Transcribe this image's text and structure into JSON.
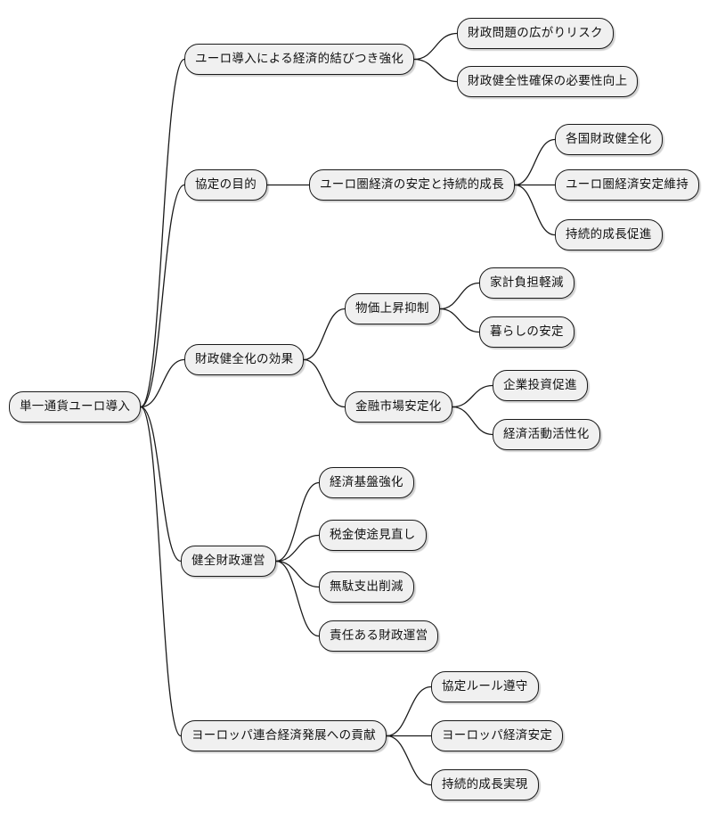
{
  "diagram": {
    "type": "mindmap",
    "title": "単一通貨ユーロ導入 mind map",
    "orientation": "left-to-right"
  },
  "colors": {
    "background": "#ffffff",
    "node_fill": "#f0f0f0",
    "node_border": "#1a1a1a",
    "node_text": "#111111",
    "edge": "#1a1a1a"
  },
  "nodes": [
    {
      "label": "単一通貨ユーロ導入",
      "parent": null,
      "level": 0
    },
    {
      "label": "ユーロ導入による経済的結びつき強化",
      "parent": 0,
      "level": 1
    },
    {
      "label": "財政問題の広がりリスク",
      "parent": 1,
      "level": 2
    },
    {
      "label": "財政健全性確保の必要性向上",
      "parent": 1,
      "level": 2
    },
    {
      "label": "協定の目的",
      "parent": 0,
      "level": 1
    },
    {
      "label": "ユーロ圏経済の安定と持続的成長",
      "parent": 4,
      "level": 2
    },
    {
      "label": "各国財政健全化",
      "parent": 5,
      "level": 3
    },
    {
      "label": "ユーロ圏経済安定維持",
      "parent": 5,
      "level": 3
    },
    {
      "label": "持続的成長促進",
      "parent": 5,
      "level": 3
    },
    {
      "label": "財政健全化の効果",
      "parent": 0,
      "level": 1
    },
    {
      "label": "物価上昇抑制",
      "parent": 9,
      "level": 2
    },
    {
      "label": "家計負担軽減",
      "parent": 10,
      "level": 3
    },
    {
      "label": "暮らしの安定",
      "parent": 10,
      "level": 3
    },
    {
      "label": "金融市場安定化",
      "parent": 9,
      "level": 2
    },
    {
      "label": "企業投資促進",
      "parent": 13,
      "level": 3
    },
    {
      "label": "経済活動活性化",
      "parent": 13,
      "level": 3
    },
    {
      "label": "健全財政運営",
      "parent": 0,
      "level": 1
    },
    {
      "label": "経済基盤強化",
      "parent": 16,
      "level": 2
    },
    {
      "label": "税金使途見直し",
      "parent": 16,
      "level": 2
    },
    {
      "label": "無駄支出削減",
      "parent": 16,
      "level": 2
    },
    {
      "label": "責任ある財政運営",
      "parent": 16,
      "level": 2
    },
    {
      "label": "ヨーロッパ連合経済発展への貢献",
      "parent": 0,
      "level": 1
    },
    {
      "label": "協定ルール遵守",
      "parent": 21,
      "level": 2
    },
    {
      "label": "ヨーロッパ経済安定",
      "parent": 21,
      "level": 2
    },
    {
      "label": "持続的成長実現",
      "parent": 21,
      "level": 2
    }
  ]
}
